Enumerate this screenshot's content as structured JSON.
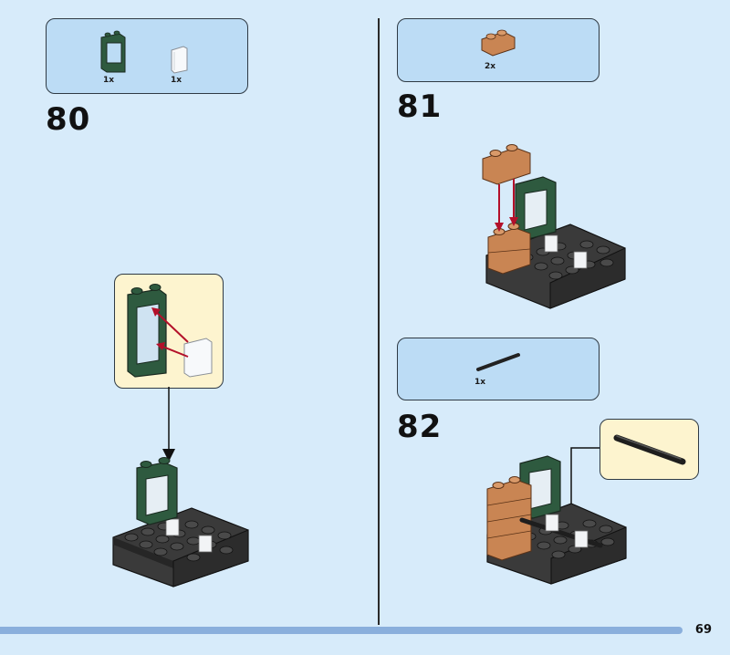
{
  "steps": [
    {
      "number": "80",
      "parts": [
        {
          "qty": "1x",
          "icon": "green-window-frame-icon"
        },
        {
          "qty": "1x",
          "icon": "transparent-glass-pane-icon"
        }
      ]
    },
    {
      "number": "81",
      "parts": [
        {
          "qty": "2x",
          "icon": "tan-brick-1x2-icon"
        }
      ]
    },
    {
      "number": "82",
      "parts": [
        {
          "qty": "1x",
          "icon": "black-bar-icon"
        }
      ]
    }
  ],
  "page": {
    "number": "69"
  },
  "colors": {
    "background": "#d7ebfa",
    "parts_box": "#bcdcf5",
    "callout": "#fdf4cf",
    "progress": "#8aafdc",
    "arrow_red": "#b3102a",
    "frame_green": "#2e5a3f",
    "brick_tan": "#c98553",
    "base_dark": "#3a3a3a"
  }
}
